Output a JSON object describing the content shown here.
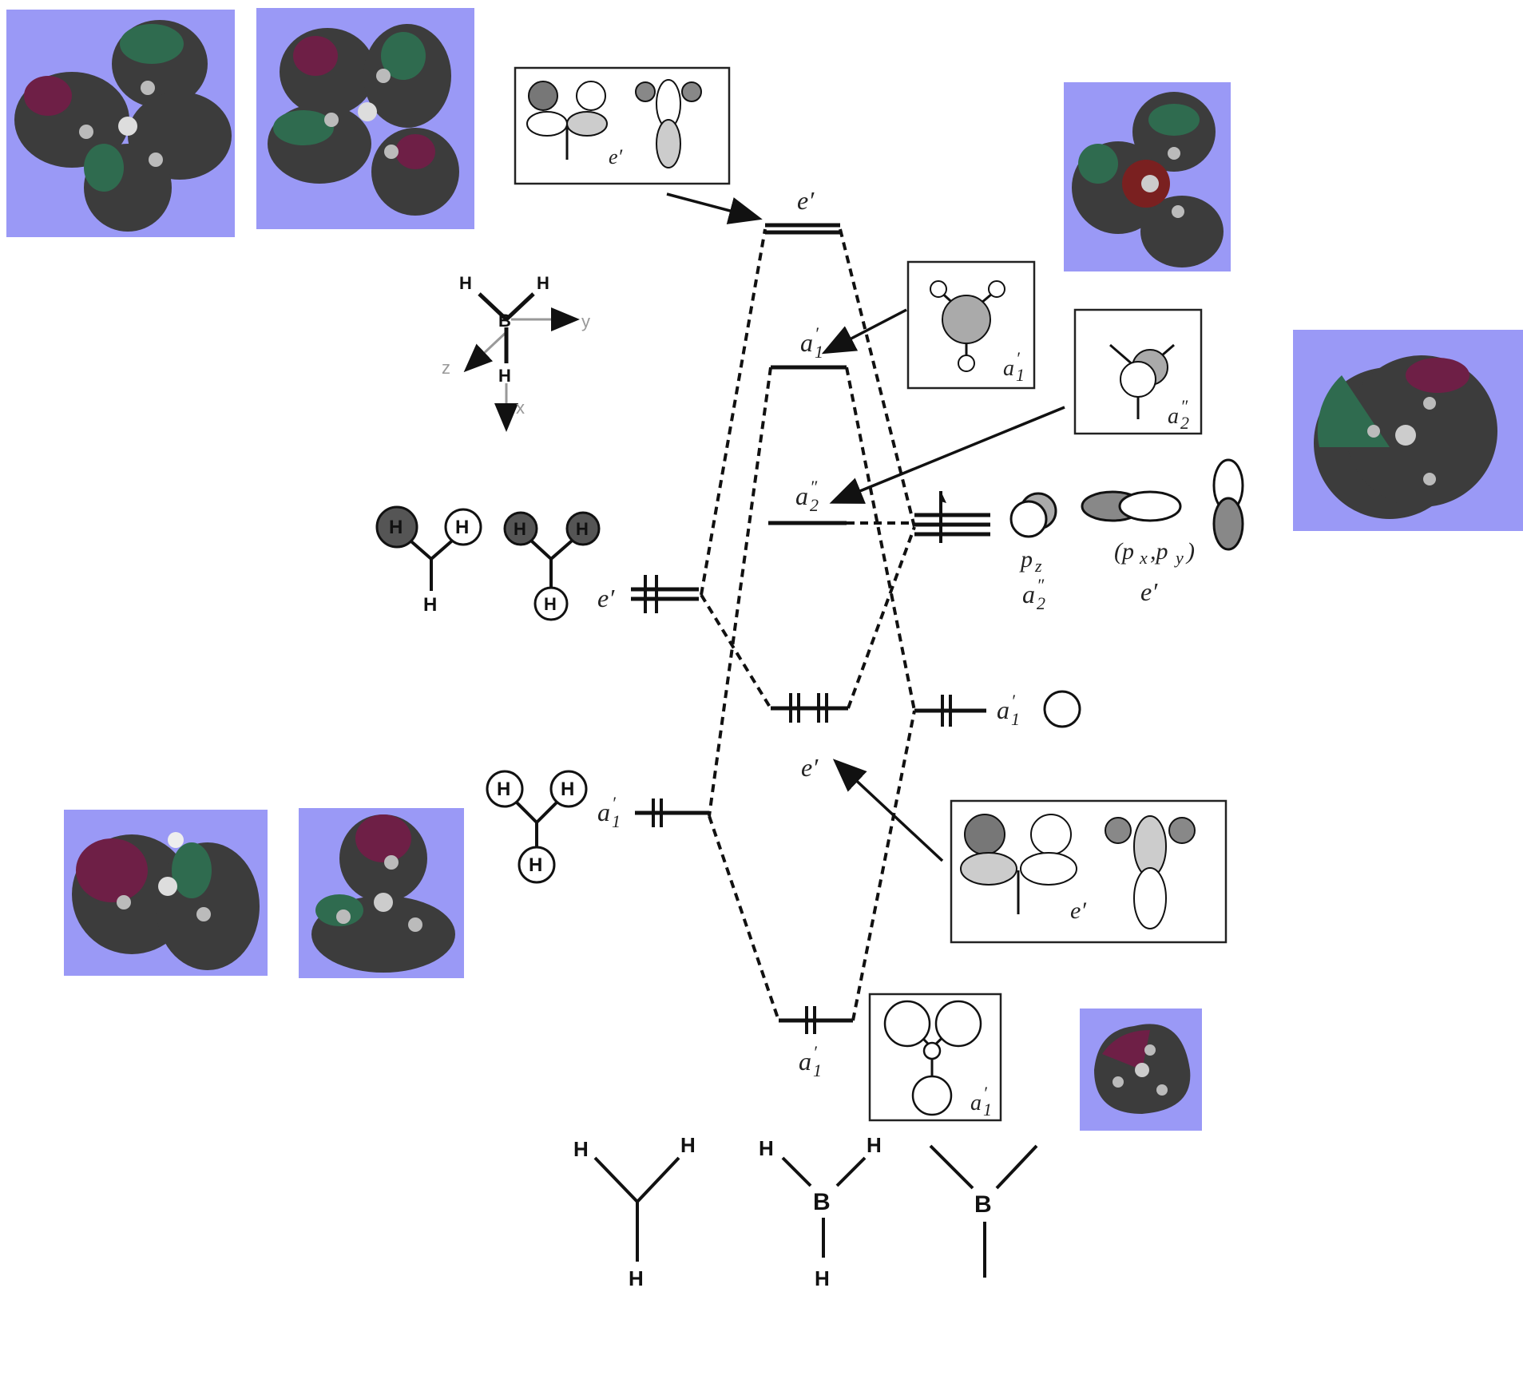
{
  "colors": {
    "mo_background": "#9a99f6",
    "lobe_dark": "#3c3c3c",
    "lobe_green": "#2f6b4f",
    "lobe_purple": "#6e1f46",
    "line": "#111111"
  },
  "levels": {
    "top_e_label": "e′",
    "a1_upper_label": "a",
    "a2_label": "a",
    "e_mid_label": "e′",
    "a1_bottom_label": "a"
  },
  "left_fragment": {
    "e_label": "e′",
    "a1_label": "a",
    "atom_h": "H"
  },
  "right_fragment": {
    "p_label": "p",
    "p_sub": "z",
    "a2_label": "a",
    "pxpy_open": "(p",
    "pxpy_x": "x",
    "pxpy_mid": ",p",
    "pxpy_y": "y",
    "pxpy_close": ")",
    "e_label": "e′",
    "a1_label": "a"
  },
  "boxes": {
    "top_e_label": "e′",
    "a1_label": "a",
    "a2_label": "a",
    "bottom_e_label": "e′",
    "bottom_a1_label": "a"
  },
  "subscripts": {
    "one": "1",
    "two": "2",
    "prime": "′",
    "double_prime": "″"
  },
  "axes": {
    "x": "x",
    "y": "y",
    "z": "z",
    "B": "B",
    "H": "H"
  },
  "structures": {
    "h3_atom": "H",
    "bh3_b": "B",
    "bh3_h": "H",
    "b_atom": "B"
  },
  "icons": [
    "mo-isosurface-icon",
    "orbital-lobe-icon",
    "arrow-icon"
  ]
}
